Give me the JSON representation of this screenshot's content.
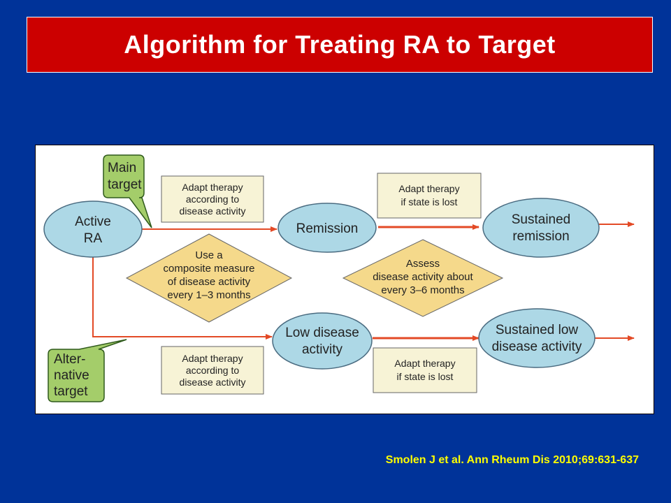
{
  "title": "Algorithm for Treating RA to Target",
  "citation": "Smolen J et al. Ann Rheum Dis 2010;69:631-637",
  "colors": {
    "background": "#003399",
    "title_bar": "#cc0000",
    "ellipse_fill": "#add8e6",
    "diamond_fill": "#f5d98b",
    "box_fill": "#f7f3d6",
    "callout_fill": "#a4cd6a",
    "arrow": "#e34a26"
  },
  "diagram": {
    "nodes": {
      "active_ra": [
        "Active",
        "RA"
      ],
      "remission": [
        "Remission"
      ],
      "sustained_remission": [
        "Sustained",
        "remission"
      ],
      "low_disease_activity": [
        "Low disease",
        "activity"
      ],
      "sustained_low": [
        "Sustained low",
        "disease activity"
      ]
    },
    "callouts": {
      "main_target": [
        "Main",
        "target"
      ],
      "alternative_target": [
        "Alter-",
        "native",
        "target"
      ]
    },
    "diamonds": {
      "composite_measure": [
        "Use a",
        "composite measure",
        "of disease activity",
        "every 1–3 months"
      ],
      "assess_activity": [
        "Assess",
        "disease activity about",
        "every 3–6 months"
      ]
    },
    "boxes": {
      "adapt_top_left": [
        "Adapt therapy",
        "according to",
        "disease activity"
      ],
      "adapt_top_right": [
        "Adapt therapy",
        "if state is lost"
      ],
      "adapt_bottom_left": [
        "Adapt therapy",
        "according to",
        "disease activity"
      ],
      "adapt_bottom_right": [
        "Adapt therapy",
        "if state is lost"
      ]
    }
  }
}
